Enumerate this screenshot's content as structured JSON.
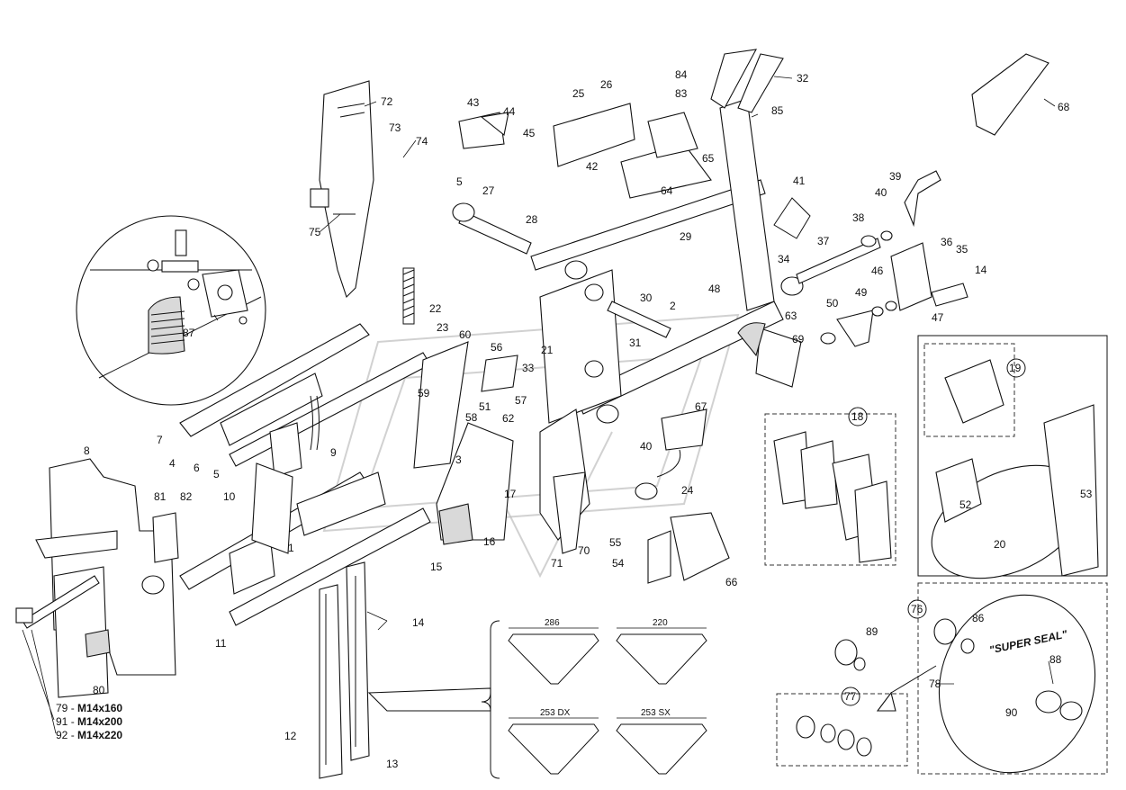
{
  "diagram": {
    "callouts": [
      "84",
      "32",
      "83",
      "85",
      "68",
      "72",
      "73",
      "74",
      "75",
      "43",
      "44",
      "45",
      "42",
      "25",
      "26",
      "64",
      "65",
      "5",
      "27",
      "28",
      "29",
      "39",
      "40",
      "38",
      "37",
      "36",
      "35",
      "14",
      "41",
      "34",
      "46",
      "47",
      "49",
      "50",
      "22",
      "23",
      "60",
      "56",
      "33",
      "21",
      "30",
      "2",
      "48",
      "63",
      "69",
      "31",
      "62",
      "67",
      "40",
      "24",
      "3",
      "17",
      "16",
      "15",
      "70",
      "71",
      "55",
      "54",
      "66",
      "8",
      "81",
      "82",
      "10",
      "1",
      "4",
      "6",
      "7",
      "9",
      "5",
      "11",
      "12",
      "13",
      "18",
      "19",
      "52",
      "53",
      "20",
      "76",
      "86",
      "89",
      "88",
      "78",
      "90",
      "77",
      "87",
      "59",
      "58",
      "51",
      "57",
      "80",
      "14"
    ],
    "bolt_specs": [
      {
        "id": "79",
        "size": "M14x160"
      },
      {
        "id": "91",
        "size": "M14x200"
      },
      {
        "id": "92",
        "size": "M14x220"
      }
    ],
    "dimensions": [
      "286",
      "220",
      "253 DX",
      "253 SX"
    ],
    "disc_label": "\"SUPER SEAL\""
  }
}
